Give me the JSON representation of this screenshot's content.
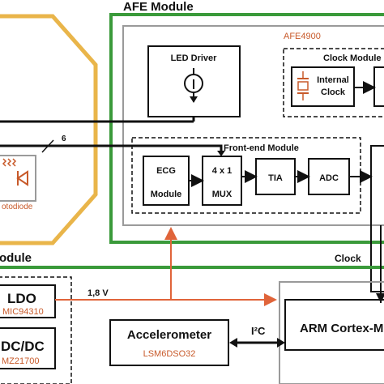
{
  "colors": {
    "green": "#3a9a3a",
    "orange_outline": "#e9b54a",
    "red_label": "#c85a2a",
    "signal_orange": "#e0643a",
    "gray_box": "#9a9a9a",
    "black": "#111111"
  },
  "afe_module": {
    "title": "AFE Module",
    "chip_name": "AFE4900",
    "led_driver": "LED Driver",
    "clock_module": {
      "title": "Clock Module",
      "internal_clock_line1": "Internal",
      "internal_clock_line2": "Clock"
    },
    "frontend_module": {
      "title": "Front-end Module",
      "ecg_line1": "ECG",
      "ecg_line2": "Module",
      "mux_line1": "4 x 1",
      "mux_line2": "MUX",
      "tia": "TIA",
      "adc": "ADC"
    }
  },
  "optical": {
    "bus_width": "6",
    "photodiode": "otodiode"
  },
  "power": {
    "module_title": "odule",
    "ldo": "LDO",
    "ldo_part": "MIC94310",
    "dcdc": "DC/DC",
    "dcdc_part": "MZ21700",
    "voltage": "1,8 V"
  },
  "signals": {
    "clock": "Clock",
    "i2c": "I²C"
  },
  "accelerometer": {
    "name": "Accelerometer",
    "part": "LSM6DSO32"
  },
  "mcu": {
    "name": "ARM Cortex-M"
  }
}
